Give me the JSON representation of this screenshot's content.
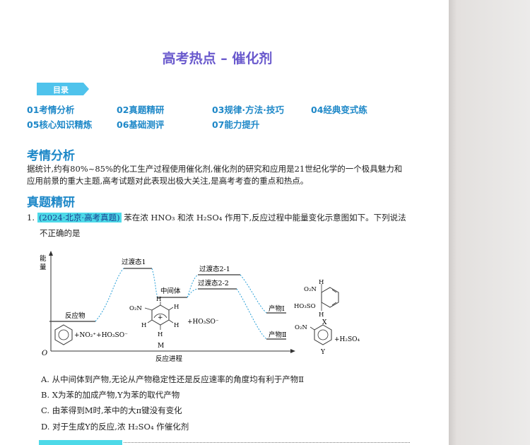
{
  "doc": {
    "title": "高考热点 – 催化剂",
    "toc_label": "目录",
    "toc": [
      "01考情分析",
      "02真题精研",
      "03规律·方法·技巧",
      "04经典变式练",
      "05核心知识精炼",
      "06基础测评",
      "07能力提升"
    ],
    "section1_title": "考情分析",
    "section1_line1": "据统计,约有80%~85%的化工生产过程使用催化剂,催化剂的研究和应用是21世纪化学的一个极具魅力和",
    "section1_line2": "应用前景的重大主题,高考试题对此表现出极大关注,是高考考查的重点和热点。",
    "section2_title": "真题精研",
    "q1_num": "1.",
    "q1_source": "(2024·北京·高考真题)",
    "q1_text_a": "苯在浓 HNO₃ 和浓 H₂SO₄ 作用下,反应过程中能量变化示意图如下。下列说法",
    "q1_text_b": "不正确的是",
    "options": [
      "A. 从中间体到产物,无论从产物稳定性还是反应速率的角度均有利于产物Ⅱ",
      "B. X为苯的加成产物,Y为苯的取代产物",
      "C. 由苯得到M时,苯中的大π键没有变化",
      "D. 对于生成Y的反应,浓 H₂SO₄ 作催化剂"
    ]
  },
  "diagram": {
    "y_label": "能量",
    "x_label": "反应进程",
    "origin": "O",
    "labels": {
      "reactant": "反应物",
      "ts1": "过渡态1",
      "intermediate": "中间体",
      "ts21": "过渡态2-1",
      "ts22": "过渡态2-2",
      "p1": "产物Ⅰ",
      "p2": "产物Ⅱ"
    },
    "species": {
      "reactant_formula": "+NO₂⁺+HO₃SO⁻",
      "intermediate_extra": "+HO₃SO⁻",
      "M": "M",
      "X": "X",
      "Y": "Y",
      "p2_extra": "+H₂SO₄",
      "H": "H",
      "O2N": "O₂N",
      "HO3SO": "HO₃SO"
    }
  },
  "colors": {
    "title": "#6a5acd",
    "heading": "#1e88c8",
    "highlight": "#4dd9e8",
    "curve_dash": "#2aa0d8"
  }
}
